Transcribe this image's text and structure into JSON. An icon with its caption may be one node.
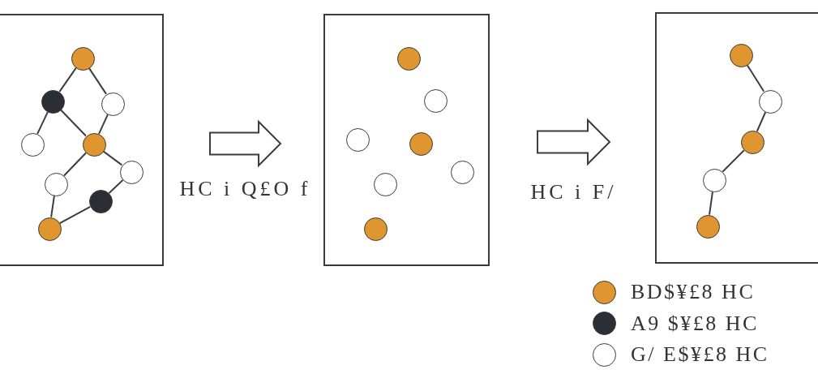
{
  "diagram": {
    "nodes": [
      {
        "text": [],
        "shape": "box"
      },
      {
        "text": [],
        "shape": "circle",
        "in": 0
      },
      {
        "text": [],
        "shape": "circle",
        "in": 0
      },
      {
        "text": [],
        "shape": "circle",
        "in": 0
      },
      {
        "text": [],
        "shape": "circle",
        "in": 0
      },
      {
        "text": [],
        "shape": "circle",
        "in": 0
      },
      {
        "text": [],
        "shape": "circle",
        "in": 0
      },
      {
        "text": [],
        "shape": "circle",
        "in": 0
      },
      {
        "text": [],
        "shape": "circle",
        "in": 0
      },
      {
        "text": [],
        "shape": "circle",
        "in": 0
      },
      {
        "text": [],
        "shape": "box"
      },
      {
        "text": [],
        "shape": "circle",
        "in": 10
      },
      {
        "text": [],
        "shape": "circle",
        "in": 10
      },
      {
        "text": [],
        "shape": "circle",
        "in": 10
      },
      {
        "text": [],
        "shape": "circle",
        "in": 10
      },
      {
        "text": [],
        "shape": "circle",
        "in": 10
      },
      {
        "text": [],
        "shape": "circle",
        "in": 10
      },
      {
        "text": [],
        "shape": "circle",
        "in": 10
      },
      {
        "text": [],
        "shape": "box"
      },
      {
        "text": [],
        "shape": "circle",
        "in": 18
      },
      {
        "text": [],
        "shape": "circle",
        "in": 18
      },
      {
        "text": [],
        "shape": "circle",
        "in": 18
      },
      {
        "text": [],
        "shape": "circle",
        "in": 18
      },
      {
        "text": [],
        "shape": "circle",
        "in": 18
      }
    ],
    "edges": [
      {
        "from": 1,
        "to": 2,
        "arrow": "none"
      },
      {
        "from": 1,
        "to": 3,
        "arrow": "none"
      },
      {
        "from": 2,
        "to": 4,
        "arrow": "none"
      },
      {
        "from": 2,
        "to": 5,
        "arrow": "none"
      },
      {
        "from": 3,
        "to": 5,
        "arrow": "none"
      },
      {
        "from": 5,
        "to": 7,
        "arrow": "none"
      },
      {
        "from": 5,
        "to": 6,
        "arrow": "none"
      },
      {
        "from": 6,
        "to": 8,
        "arrow": "none"
      },
      {
        "from": 7,
        "to": 9,
        "arrow": "none"
      },
      {
        "from": 8,
        "to": 9,
        "arrow": "none"
      },
      {
        "from": 0,
        "to": 10,
        "arrow": "to",
        "label": "HC i Q£O f"
      },
      {
        "from": 10,
        "to": 18,
        "arrow": "to",
        "label": "HC i F/"
      },
      {
        "from": 19,
        "to": 20,
        "arrow": "none"
      },
      {
        "from": 20,
        "to": 21,
        "arrow": "none"
      },
      {
        "from": 21,
        "to": 22,
        "arrow": "none"
      },
      {
        "from": 22,
        "to": 23,
        "arrow": "none"
      }
    ],
    "legend": [
      {
        "text": "BD$¥£8 HC",
        "color": "#df9631"
      },
      {
        "text": "A9 $¥£8 HC",
        "color": "#2c2e35"
      },
      {
        "text": "G/ E$¥£8 HC",
        "color": "#ffffff"
      }
    ]
  }
}
